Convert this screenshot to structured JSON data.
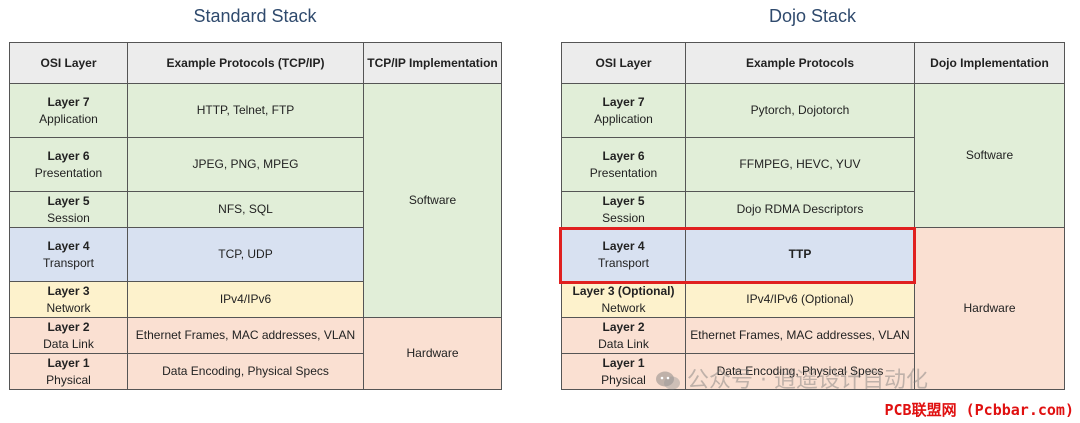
{
  "left": {
    "title": "Standard Stack",
    "headers": [
      "OSI Layer",
      "Example Protocols (TCP/IP)",
      "TCP/IP Implementation"
    ],
    "rows": [
      {
        "layer": "Layer 7",
        "name": "Application",
        "protocols": "HTTP, Telnet, FTP"
      },
      {
        "layer": "Layer 6",
        "name": "Presentation",
        "protocols": "JPEG, PNG, MPEG"
      },
      {
        "layer": "Layer 5",
        "name": "Session",
        "protocols": "NFS, SQL"
      },
      {
        "layer": "Layer 4",
        "name": "Transport",
        "protocols": "TCP, UDP"
      },
      {
        "layer": "Layer 3",
        "name": "Network",
        "protocols": "IPv4/IPv6"
      },
      {
        "layer": "Layer 2",
        "name": "Data Link",
        "protocols": "Ethernet Frames, MAC addresses, VLAN"
      },
      {
        "layer": "Layer 1",
        "name": "Physical",
        "protocols": "Data Encoding, Physical Specs"
      }
    ],
    "impl_software": "Software",
    "impl_hardware": "Hardware"
  },
  "right": {
    "title": "Dojo Stack",
    "headers": [
      "OSI Layer",
      "Example Protocols",
      "Dojo Implementation"
    ],
    "rows": [
      {
        "layer": "Layer 7",
        "name": "Application",
        "protocols": "Pytorch, Dojotorch"
      },
      {
        "layer": "Layer 6",
        "name": "Presentation",
        "protocols": "FFMPEG, HEVC, YUV"
      },
      {
        "layer": "Layer 5",
        "name": "Session",
        "protocols": "Dojo RDMA Descriptors"
      },
      {
        "layer": "Layer 4",
        "name": "Transport",
        "protocols": "TTP"
      },
      {
        "layer": "Layer 3 (Optional)",
        "name": "Network",
        "protocols": "IPv4/IPv6 (Optional)"
      },
      {
        "layer": "Layer 2",
        "name": "Data Link",
        "protocols": "Ethernet Frames, MAC addresses, VLAN"
      },
      {
        "layer": "Layer 1",
        "name": "Physical",
        "protocols": "Data Encoding, Physical Specs"
      }
    ],
    "impl_software": "Software",
    "impl_hardware": "Hardware"
  },
  "watermark": "公众号 · 逍遥设计自动化",
  "credit": "PCB联盟网 (Pcbbar.com)",
  "colors": {
    "software": "#e1eed8",
    "transport": "#d8e1f1",
    "network": "#fdf2cc",
    "hardware": "#fae0d2",
    "highlight": "#e02020"
  }
}
